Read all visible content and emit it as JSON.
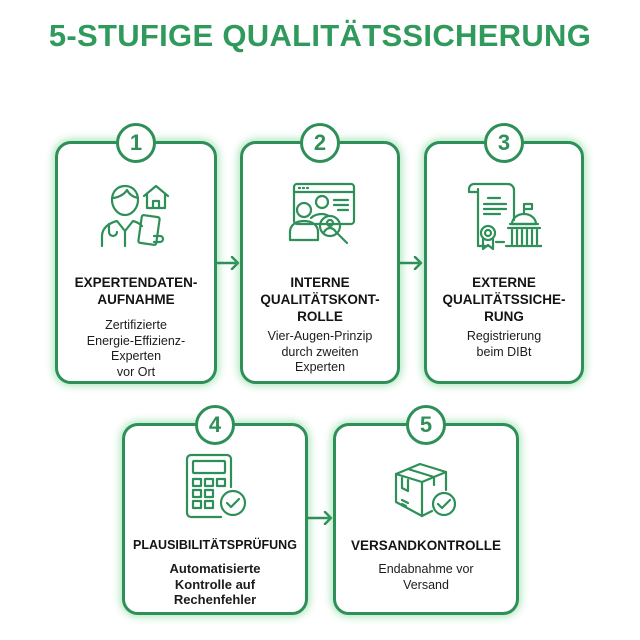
{
  "title": "5-STUFIGE QUALITÄTSSICHERUNG",
  "colors": {
    "accent": "#2f8f58",
    "title": "#2f9a5b",
    "glow": "#46c86e",
    "text": "#141414"
  },
  "steps": [
    {
      "number": "1",
      "icon": "expert-with-tablet-and-house-icon",
      "heading_lines": [
        "EXPERTENDATEN-",
        "AUFNAHME"
      ],
      "desc_lines": [
        "Zertifizierte",
        "Energie-Effizienz-",
        "Experten",
        "vor Ort"
      ]
    },
    {
      "number": "2",
      "icon": "people-magnifier-review-icon",
      "heading_lines": [
        "INTERNE",
        "QUALITÄTSKONT-",
        "ROLLE"
      ],
      "desc_lines": [
        "Vier-Augen-Prinzip",
        "durch zweiten",
        "Experten"
      ]
    },
    {
      "number": "3",
      "icon": "certificate-government-building-icon",
      "heading_lines": [
        "EXTERNE",
        "QUALITÄTSSICHE-",
        "RUNG"
      ],
      "desc_lines": [
        "Registrierung",
        "beim DIBt"
      ]
    },
    {
      "number": "4",
      "icon": "calculator-check-icon",
      "heading_lines": [
        "PLAUSIBILITÄTSPRÜFUNG"
      ],
      "desc_lines": [
        "Automatisierte",
        "Kontrolle auf",
        "Rechenfehler"
      ]
    },
    {
      "number": "5",
      "icon": "package-check-icon",
      "heading_lines": [
        "VERSANDKONTROLLE"
      ],
      "desc_lines": [
        "Endabnahme vor",
        "Versand"
      ]
    }
  ]
}
